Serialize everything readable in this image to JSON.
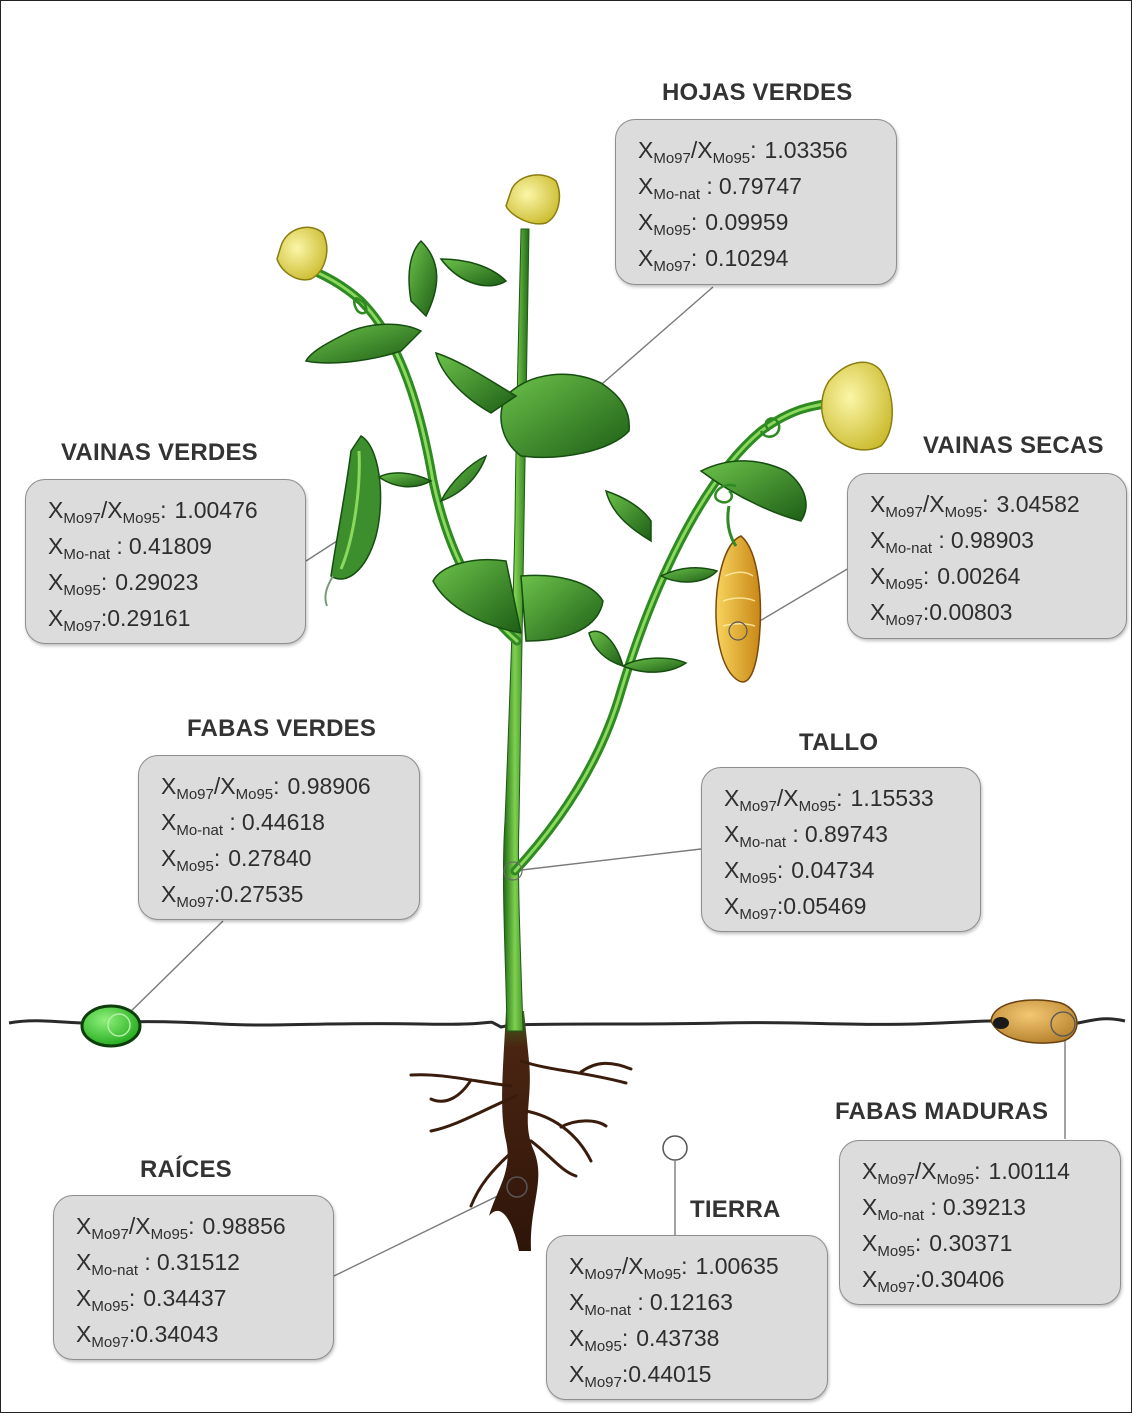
{
  "panels": {
    "hojas_verdes": {
      "title": "HOJAS VERDES",
      "ratio_label": "X",
      "ratio_sub1": "Mo97",
      "ratio_sub2": "Mo95",
      "ratio_sep": "/X",
      "ratio_colon": ":",
      "ratio": "1.03356",
      "nat_sub": "Mo-nat",
      "nat_colon": " :",
      "nat": "0.79747",
      "m95_sub": "Mo95",
      "m95_colon": ":",
      "m95": "0.09959",
      "m97_sub": "Mo97",
      "m97_colon": ":",
      "m97": "0.10294"
    },
    "vainas_verdes": {
      "title": "VAINAS VERDES",
      "ratio_label": "X",
      "ratio_sub1": "Mo97",
      "ratio_sub2": "Mo95",
      "ratio_sep": "/X",
      "ratio_colon": ":",
      "ratio": "1.00476",
      "nat_sub": "Mo-nat",
      "nat_colon": " :",
      "nat": "0.41809",
      "m95_sub": "Mo95",
      "m95_colon": ":",
      "m95": "0.29023",
      "m97_sub": "Mo97",
      "m97_colon": ":",
      "m97": "0.29161"
    },
    "vainas_secas": {
      "title": "VAINAS SECAS",
      "ratio_label": "X",
      "ratio_sub1": "Mo97",
      "ratio_sub2": "Mo95",
      "ratio_sep": "/X",
      "ratio_colon": ":",
      "ratio": "3.04582",
      "nat_sub": "Mo-nat",
      "nat_colon": " :",
      "nat": "0.98903",
      "m95_sub": "Mo95",
      "m95_colon": ":",
      "m95": "0.00264",
      "m97_sub": "Mo97",
      "m97_colon": ":",
      "m97": "0.00803"
    },
    "fabas_verdes": {
      "title": "FABAS VERDES",
      "ratio_label": "X",
      "ratio_sub1": "Mo97",
      "ratio_sub2": "Mo95",
      "ratio_sep": "/X",
      "ratio_colon": ":",
      "ratio": "0.98906",
      "nat_sub": "Mo-nat",
      "nat_colon": " :",
      "nat": "0.44618",
      "m95_sub": "Mo95",
      "m95_colon": ":",
      "m95": "0.27840",
      "m97_sub": "Mo97",
      "m97_colon": ":",
      "m97": "0.27535"
    },
    "tallo": {
      "title": "TALLO",
      "ratio_label": "X",
      "ratio_sub1": "Mo97",
      "ratio_sub2": "Mo95",
      "ratio_sep": "/X",
      "ratio_colon": ":",
      "ratio": "1.15533",
      "nat_sub": "Mo-nat",
      "nat_colon": " :",
      "nat": "0.89743",
      "m95_sub": "Mo95",
      "m95_colon": ":",
      "m95": "0.04734",
      "m97_sub": "Mo97",
      "m97_colon": ":",
      "m97": "0.05469"
    },
    "raices": {
      "title": "RAÍCES",
      "ratio_label": "X",
      "ratio_sub1": "Mo97",
      "ratio_sub2": "Mo95",
      "ratio_sep": "/X",
      "ratio_colon": ":",
      "ratio": "0.98856",
      "nat_sub": "Mo-nat",
      "nat_colon": " :",
      "nat": "0.31512",
      "m95_sub": "Mo95",
      "m95_colon": ":",
      "m95": "0.34437",
      "m97_sub": "Mo97",
      "m97_colon": ":",
      "m97": "0.34043"
    },
    "tierra": {
      "title": "TIERRA",
      "ratio_label": "X",
      "ratio_sub1": "Mo97",
      "ratio_sub2": "Mo95",
      "ratio_sep": "/X",
      "ratio_colon": ":",
      "ratio": "1.00635",
      "nat_sub": "Mo-nat",
      "nat_colon": " :",
      "nat": "0.12163",
      "m95_sub": "Mo95",
      "m95_colon": ":",
      "m95": "0.43738",
      "m97_sub": "Mo97",
      "m97_colon": ":",
      "m97": "0.44015"
    },
    "fabas_maduras": {
      "title": "FABAS MADURAS",
      "ratio_label": "X",
      "ratio_sub1": "Mo97",
      "ratio_sub2": "Mo95",
      "ratio_sep": "/X",
      "ratio_colon": ":",
      "ratio": "1.00114",
      "nat_sub": "Mo-nat",
      "nat_colon": " :",
      "nat": "0.39213",
      "m95_sub": "Mo95",
      "m95_colon": ":",
      "m95": "0.30371",
      "m97_sub": "Mo97",
      "m97_colon": ":",
      "m97": "0.30406"
    }
  },
  "colors": {
    "stem": "#3e9a2a",
    "leaf": "#2f8a25",
    "leaf_dark": "#1f5f18",
    "flower": "#e8df55",
    "pod_green": "#3c8f2c",
    "pod_dry": "#e4a92a",
    "root": "#4a2412",
    "soil_line": "#2a2a2a",
    "box_fill": "#dcdcdc"
  },
  "icons": [
    "plant-illustration",
    "green-bean-icon",
    "mature-bean-icon",
    "soil-marker-icon"
  ]
}
